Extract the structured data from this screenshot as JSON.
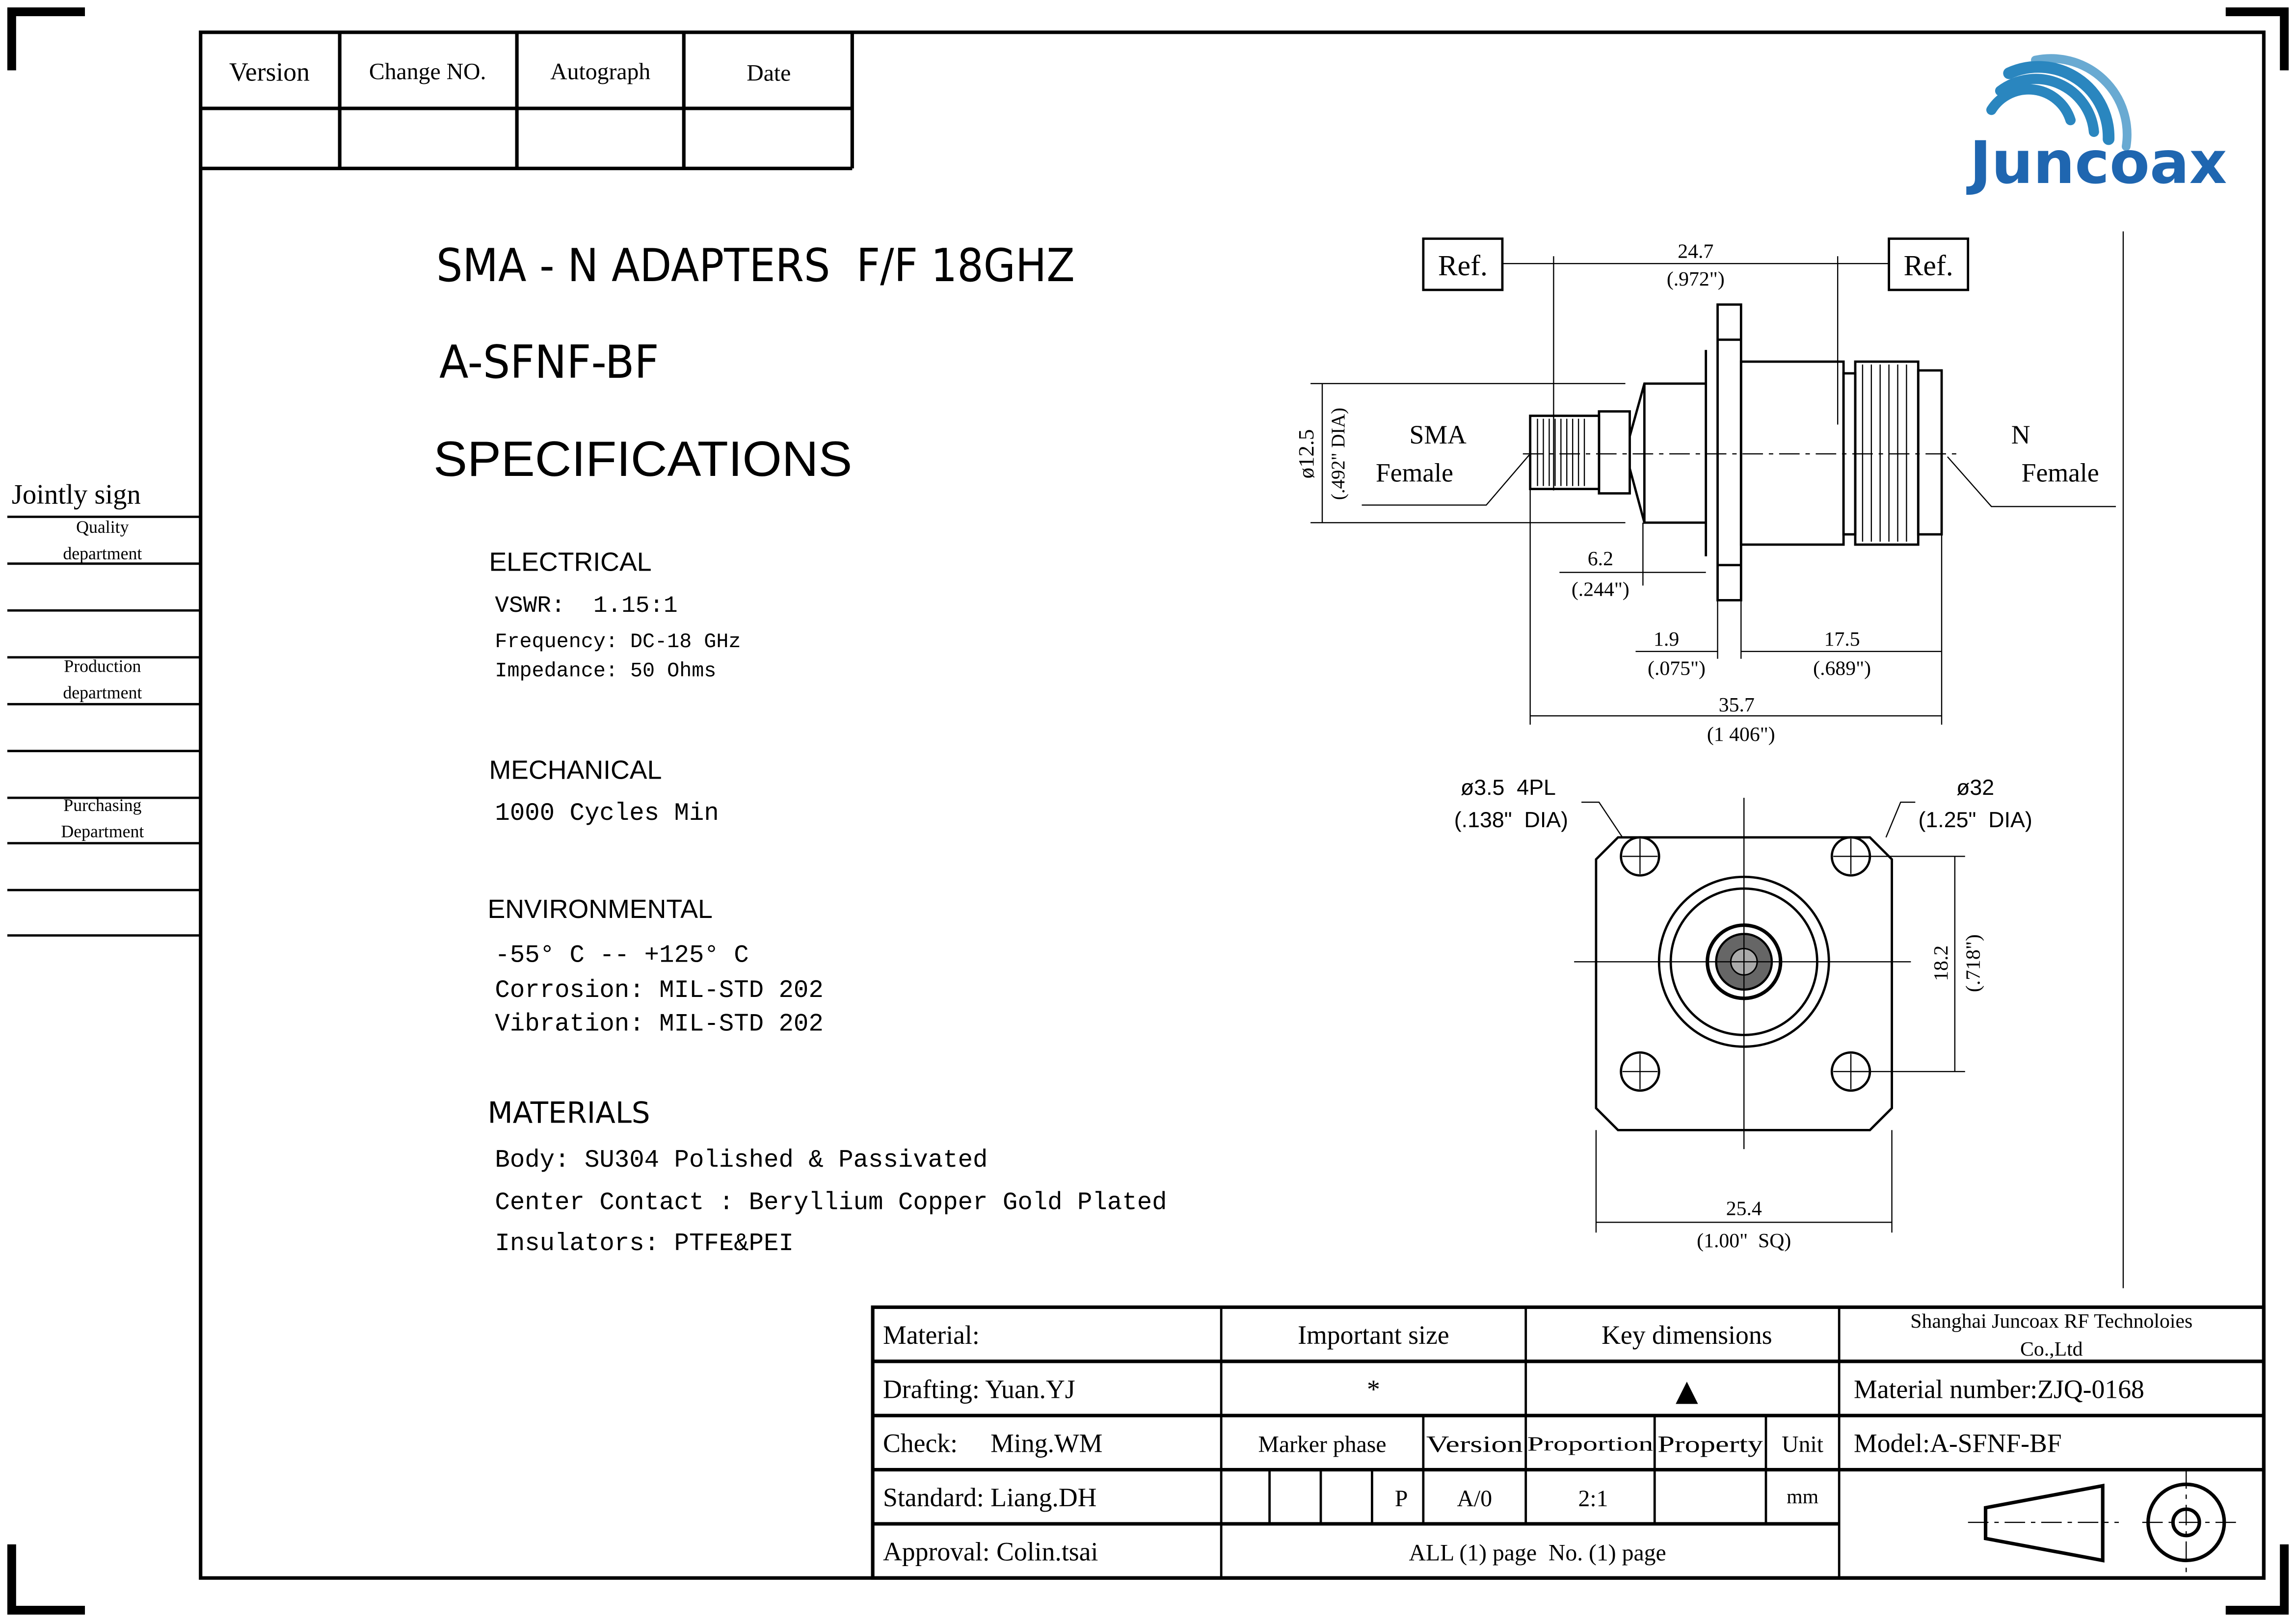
{
  "revision_table": {
    "headers": [
      "Version",
      "Change NO.",
      "Autograph",
      "Date"
    ]
  },
  "logo": {
    "text": "Juncoax",
    "color": "#1f66b0"
  },
  "jointly_sign": {
    "title": "Jointly sign",
    "departments": [
      [
        "Quality",
        "department"
      ],
      [
        "Production",
        "department"
      ],
      [
        "Purchasing",
        "Department"
      ]
    ]
  },
  "product": {
    "title": "SMA - N ADAPTERS  F/F 18GHZ",
    "part_number": "A-SFNF-BF",
    "specs_heading": "SPECIFICATIONS"
  },
  "specs": {
    "electrical": {
      "heading": "ELECTRICAL",
      "lines": [
        "VSWR:  1.15:1",
        "Frequency: DC-18 GHz",
        "Impedance: 50 Ohms"
      ]
    },
    "mechanical": {
      "heading": "MECHANICAL",
      "lines": [
        "1000 Cycles Min"
      ]
    },
    "environmental": {
      "heading": "ENVIRONMENTAL",
      "lines": [
        "-55° C -- +125° C",
        "Corrosion: MIL-STD 202",
        "Vibration: MIL-STD 202"
      ]
    },
    "materials": {
      "heading": "MATERIALS",
      "lines": [
        "Body: SU304 Polished & Passivated",
        "Center Contact : Beryllium Copper Gold Plated",
        "Insulators: PTFE&PEI"
      ]
    }
  },
  "drawing": {
    "ref_left": "Ref.",
    "ref_right": "Ref.",
    "dim_ref": [
      "24.7",
      "(.972\")"
    ],
    "dim_dia": [
      "ø12.5",
      "(.492\" DIA)"
    ],
    "sma_label": [
      "SMA",
      "Female"
    ],
    "n_label": [
      "N",
      "Female"
    ],
    "dim_62": [
      "6.2",
      "(.244\")"
    ],
    "dim_19": [
      "1.9",
      "(.075\")"
    ],
    "dim_175": [
      "17.5",
      "(.689\")"
    ],
    "dim_357": [
      "35.7",
      "(1 406\")"
    ],
    "hole_label": [
      "ø3.5  4PL",
      "(.138\"  DIA)"
    ],
    "flange_dia": [
      "ø32",
      "(1.25\"  DIA)"
    ],
    "dim_182": [
      "18.2",
      "(.718\")"
    ],
    "dim_254": [
      "25.4",
      "(1.00\"  SQ)"
    ]
  },
  "title_block": {
    "material": "Material:",
    "important_size": "Important size",
    "key_dimensions": "Key dimensions",
    "company": [
      "Shanghai Juncoax RF Technoloies",
      "Co.,Ltd"
    ],
    "drafting": "Drafting: Yuan.YJ",
    "important_symbol": "*",
    "key_symbol": "▲",
    "material_number": "Material number:ZJQ-0168",
    "check": "Check:     Ming.WM",
    "marker_phase": "Marker phase",
    "version": "Version",
    "proportion": "Proportion",
    "property": "Property",
    "unit": "Unit",
    "model": "Model:A-SFNF-BF",
    "standard": "Standard: Liang.DH",
    "phase_value": "P",
    "version_value": "A/0",
    "proportion_value": "2:1",
    "unit_value": "mm",
    "approval": "Approval: Colin.tsai",
    "pages": "ALL (1) page  No. (1) page"
  }
}
